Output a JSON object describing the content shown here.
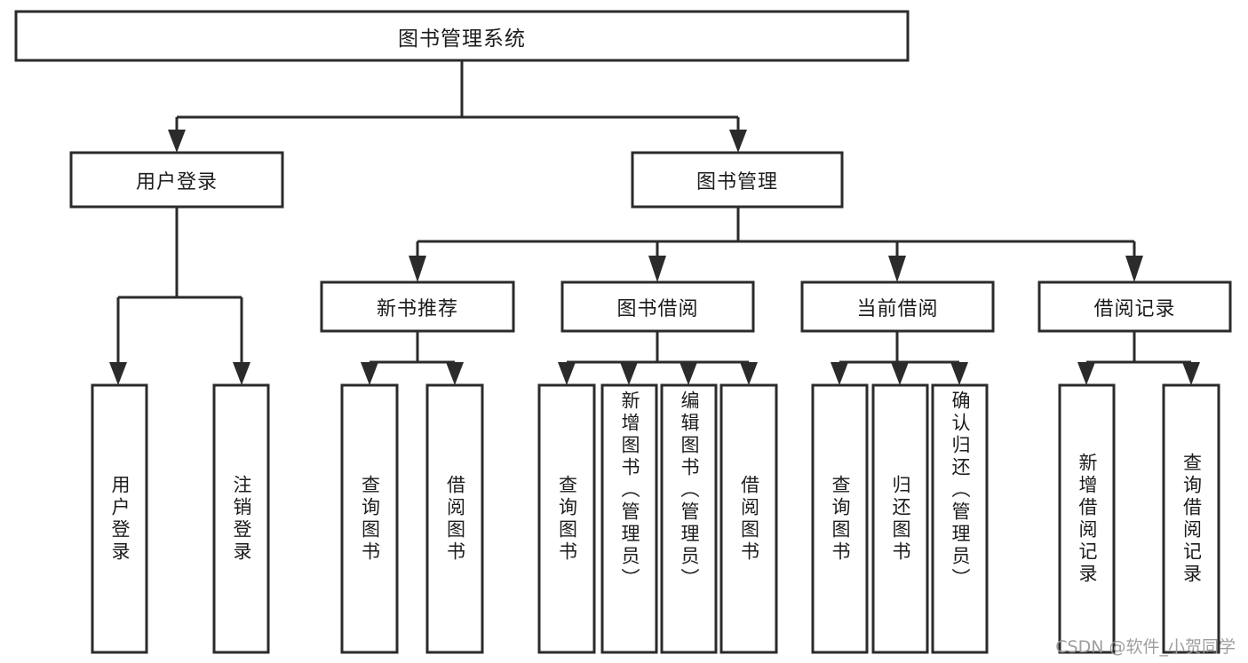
{
  "diagram": {
    "type": "tree-hierarchy",
    "title": "图书管理系统",
    "watermark": "CSDN @软件_小贺同学",
    "colors": {
      "stroke": "#2b2b2b",
      "fill": "#ffffff",
      "text": "#1c1c1c",
      "watermark": "#9a9a9a"
    },
    "root": {
      "label": "图书管理系统"
    },
    "level2": [
      {
        "label": "用户登录"
      },
      {
        "label": "图书管理"
      }
    ],
    "level3": [
      {
        "label": "新书推荐"
      },
      {
        "label": "图书借阅"
      },
      {
        "label": "当前借阅"
      },
      {
        "label": "借阅记录"
      }
    ],
    "leaves": {
      "user_login": [
        {
          "label": "用户登录"
        },
        {
          "label": "注销登录"
        }
      ],
      "new_book_recommend": [
        {
          "label": "查询图书"
        },
        {
          "label": "借阅图书"
        }
      ],
      "book_borrow": [
        {
          "label": "查询图书"
        },
        {
          "label": "新增图书（管理员）"
        },
        {
          "label": "编辑图书（管理员）"
        },
        {
          "label": "借阅图书"
        }
      ],
      "current_borrow": [
        {
          "label": "查询图书"
        },
        {
          "label": "归还图书"
        },
        {
          "label": "确认归还（管理员）"
        }
      ],
      "borrow_record": [
        {
          "label": "新增借阅记录"
        },
        {
          "label": "查询借阅记录"
        }
      ]
    }
  }
}
